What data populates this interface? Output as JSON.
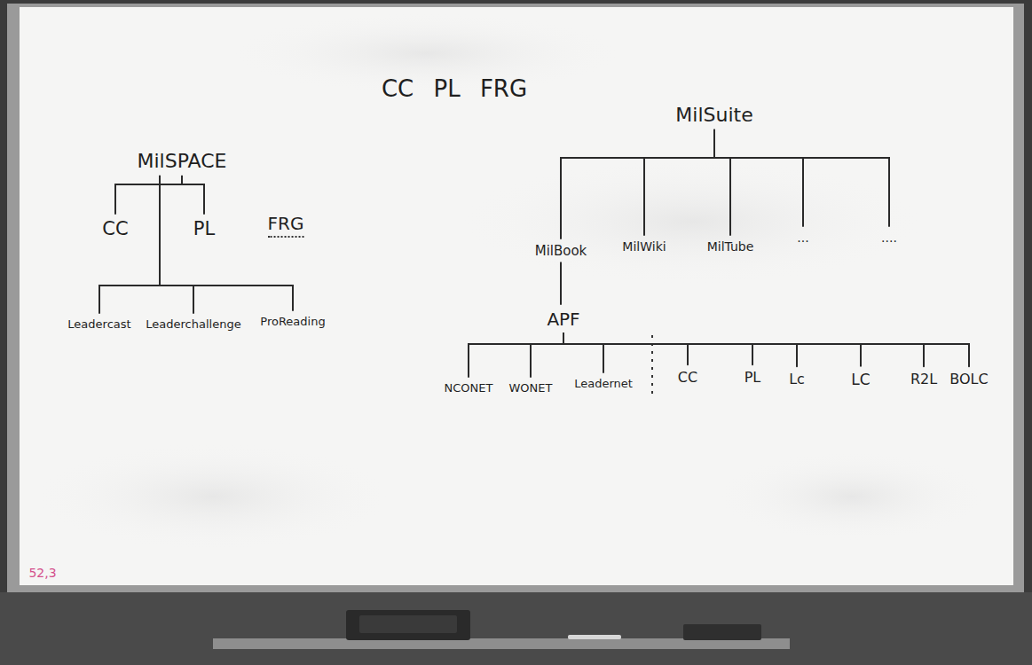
{
  "diagram": {
    "title": "CC PL FRG",
    "nodes": [
      {
        "text": [
          "MilSPACE"
        ]
      },
      {
        "text": [
          "CC"
        ]
      },
      {
        "text": [
          "PL"
        ]
      },
      {
        "text": [
          "FRG"
        ]
      },
      {
        "text": [
          "Leadercast"
        ]
      },
      {
        "text": [
          "Leaderchallenge"
        ]
      },
      {
        "text": [
          "ProReading"
        ]
      },
      {
        "text": [
          "MilSuite"
        ]
      },
      {
        "text": [
          "MilBook"
        ]
      },
      {
        "text": [
          "MilWiki"
        ]
      },
      {
        "text": [
          "MilTube"
        ]
      },
      {
        "text": [
          "..."
        ]
      },
      {
        "text": [
          "...."
        ]
      },
      {
        "text": [
          "APF"
        ]
      },
      {
        "text": [
          "NCONET"
        ]
      },
      {
        "text": [
          "WONET"
        ]
      },
      {
        "text": [
          "Leadernet"
        ]
      },
      {
        "text": [
          "CC"
        ]
      },
      {
        "text": [
          "PL"
        ]
      },
      {
        "text": [
          "Lc"
        ]
      },
      {
        "text": [
          "LC"
        ]
      },
      {
        "text": [
          "R2L"
        ]
      },
      {
        "text": [
          "BOLC"
        ]
      }
    ],
    "edges": [
      {
        "from": 0,
        "to": 1,
        "arrow": "none"
      },
      {
        "from": 0,
        "to": 2,
        "arrow": "none"
      },
      {
        "from": 0,
        "to": 4,
        "arrow": "none"
      },
      {
        "from": 0,
        "to": 5,
        "arrow": "none"
      },
      {
        "from": 0,
        "to": 6,
        "arrow": "none"
      },
      {
        "from": 7,
        "to": 8,
        "arrow": "none"
      },
      {
        "from": 7,
        "to": 9,
        "arrow": "none"
      },
      {
        "from": 7,
        "to": 10,
        "arrow": "none"
      },
      {
        "from": 7,
        "to": 11,
        "arrow": "none"
      },
      {
        "from": 7,
        "to": 12,
        "arrow": "none"
      },
      {
        "from": 8,
        "to": 13,
        "arrow": "none"
      },
      {
        "from": 13,
        "to": 14,
        "arrow": "none"
      },
      {
        "from": 13,
        "to": 15,
        "arrow": "none"
      },
      {
        "from": 13,
        "to": 16,
        "arrow": "none"
      },
      {
        "from": 13,
        "to": 17,
        "arrow": "none"
      },
      {
        "from": 13,
        "to": 18,
        "arrow": "none"
      },
      {
        "from": 13,
        "to": 19,
        "arrow": "none"
      },
      {
        "from": 13,
        "to": 20,
        "arrow": "none"
      },
      {
        "from": 13,
        "to": 21,
        "arrow": "none"
      },
      {
        "from": 13,
        "to": 22,
        "arrow": "none"
      }
    ],
    "labels": [
      "52,3"
    ]
  }
}
